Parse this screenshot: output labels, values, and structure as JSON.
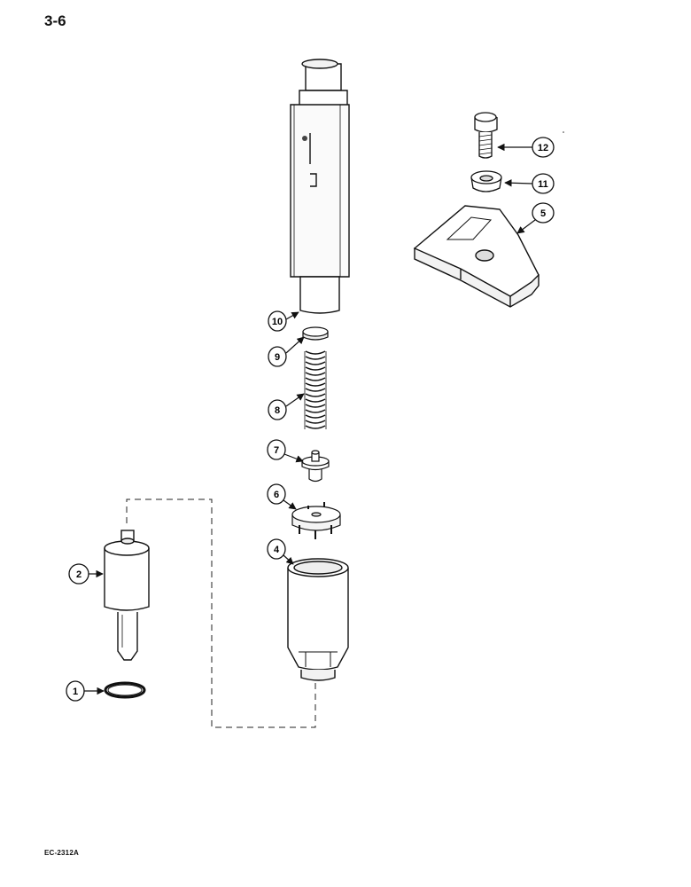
{
  "page_number": "3-6",
  "figure_code": "EC-2312A",
  "callouts": [
    "1",
    "2",
    "4",
    "5",
    "6",
    "7",
    "8",
    "9",
    "10",
    "11",
    "12"
  ]
}
